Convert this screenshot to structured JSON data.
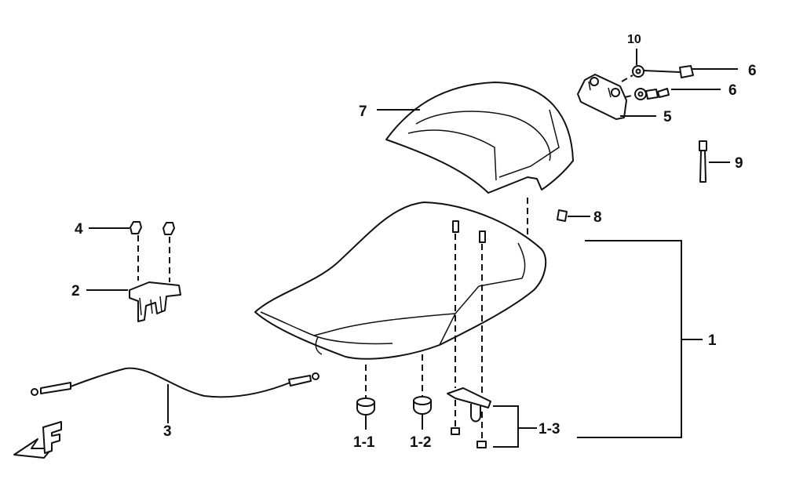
{
  "callouts": {
    "c1": "1",
    "c1_1": "1-1",
    "c1_2": "1-2",
    "c1_3": "1-3",
    "c2": "2",
    "c3": "3",
    "c4": "4",
    "c5": "5",
    "c6a": "6",
    "c6b": "6",
    "c7": "7",
    "c8": "8",
    "c9": "9",
    "c10": "10"
  },
  "orientation_mark": "F",
  "colors": {
    "ink": "#111111",
    "paper": "#ffffff"
  }
}
